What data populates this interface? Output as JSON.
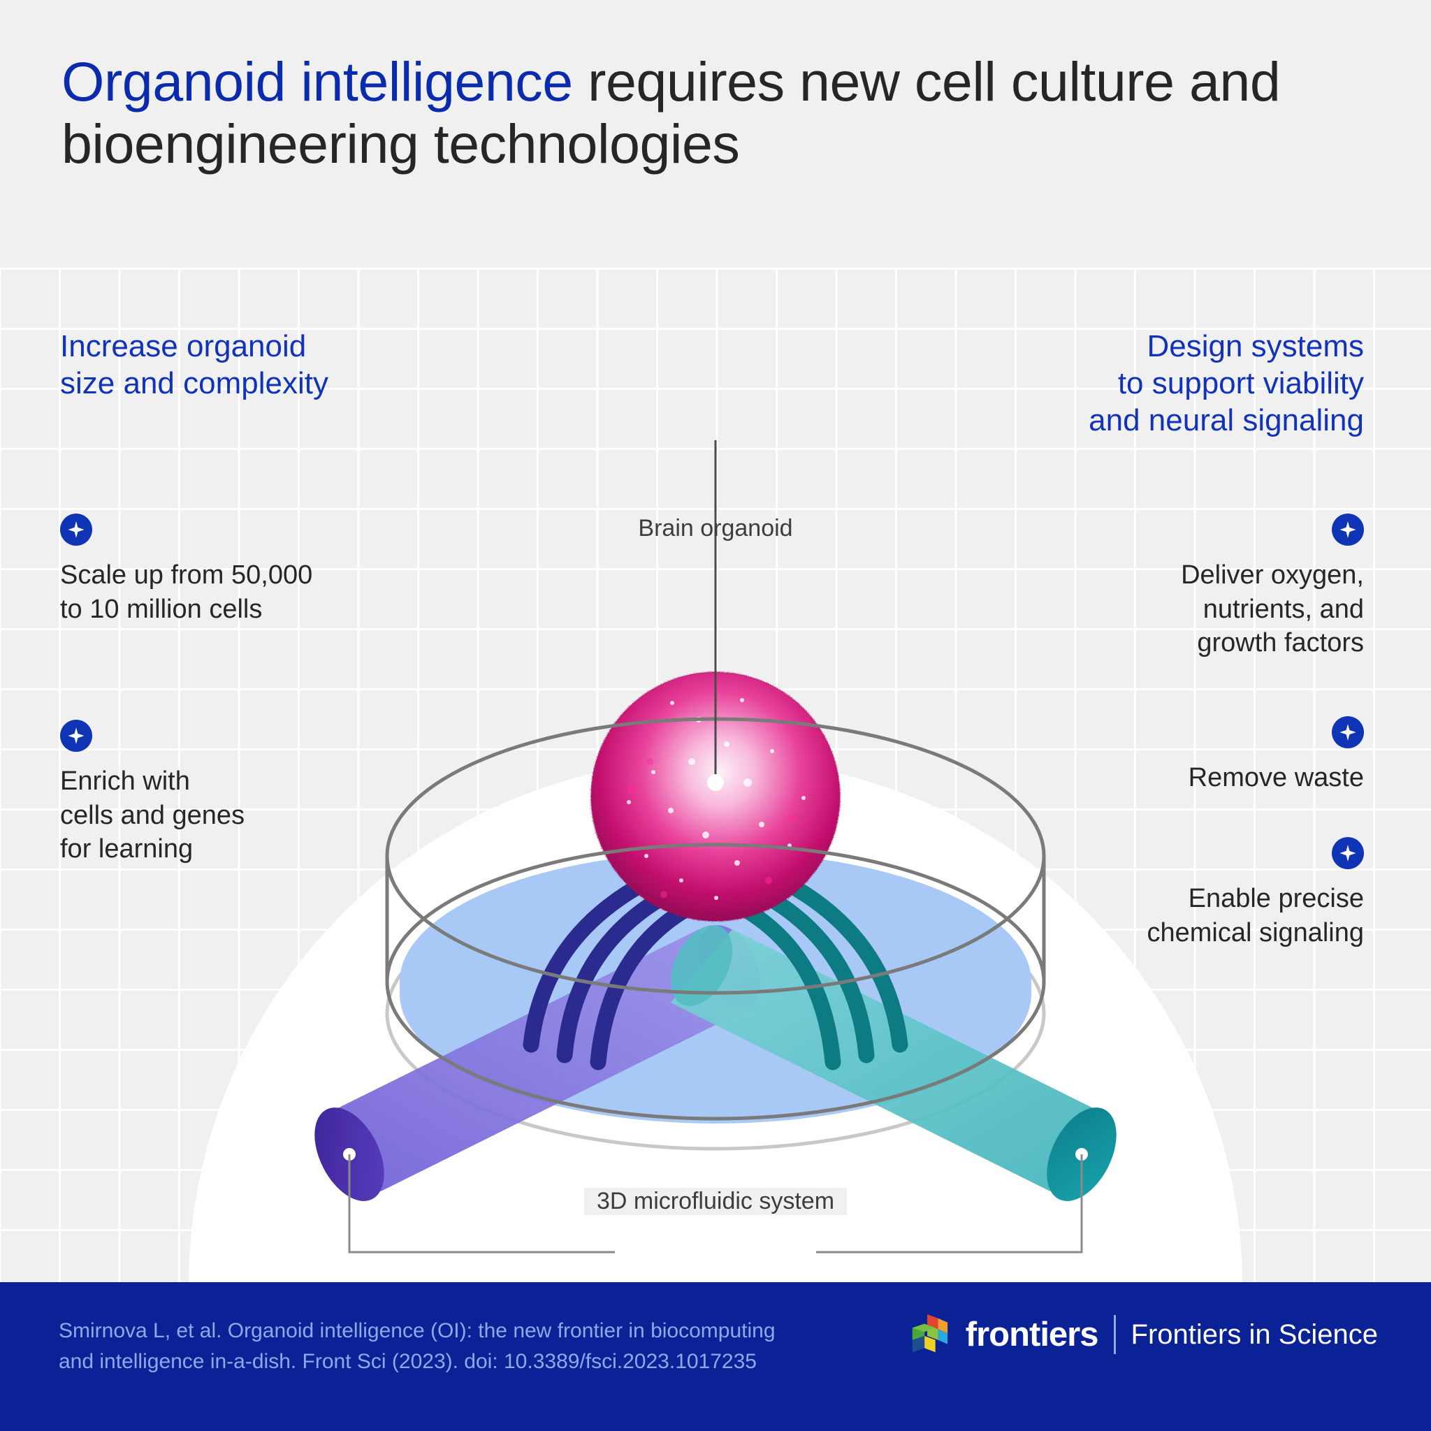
{
  "title": {
    "highlight": "Organoid intelligence",
    "rest": " requires new cell culture and bioengineering technologies"
  },
  "columns": {
    "left": {
      "heading": "Increase organoid\nsize and complexity",
      "bullets": [
        {
          "icon": "sparkle-icon",
          "text": "Scale up from 50,000\nto 10 million cells"
        },
        {
          "icon": "sparkle-icon",
          "text": "Enrich with\ncells and genes\nfor learning"
        }
      ]
    },
    "right": {
      "heading": "Design systems\nto support viability\nand neural signaling",
      "bullets": [
        {
          "icon": "sparkle-icon",
          "text": "Deliver oxygen,\nnutrients, and\ngrowth factors"
        },
        {
          "icon": "sparkle-icon",
          "text": "Remove waste"
        },
        {
          "icon": "sparkle-icon",
          "text": "Enable precise\nchemical signaling"
        }
      ]
    }
  },
  "illustration": {
    "labels": {
      "organoid": "Brain organoid",
      "microfluidic": "3D microfluidic system"
    },
    "colors": {
      "dish_liquid": "#a8c8f5",
      "dish_outline": "#7a7a7a",
      "organoid_pink": "#d4197a",
      "organoid_light": "#f2a8d0",
      "tube_left_light": "#8a7de0",
      "tube_left_dark": "#4a2fae",
      "tube_right_light": "#5fc3c8",
      "tube_right_dark": "#0e8a96",
      "tendril_left": "#2a2a8f",
      "tendril_right": "#0d7c82",
      "backdrop_white": "#ffffff"
    }
  },
  "footer": {
    "citation": "Smirnova L, et al. Organoid intelligence (OI): the new frontier in biocomputing\nand intelligence in-a-dish. Front Sci (2023). doi: 10.3389/fsci.2023.1017235",
    "brand_word": "frontiers",
    "brand_sub": "Frontiers in Science",
    "logo_icon": "frontiers-cubes-logo",
    "band_color": "#0b2297"
  },
  "theme": {
    "background": "#f0f0f0",
    "grid_line": "#ffffff",
    "accent_blue": "#1132ba",
    "title_blue": "#0a2bad",
    "body_text": "#262626"
  }
}
